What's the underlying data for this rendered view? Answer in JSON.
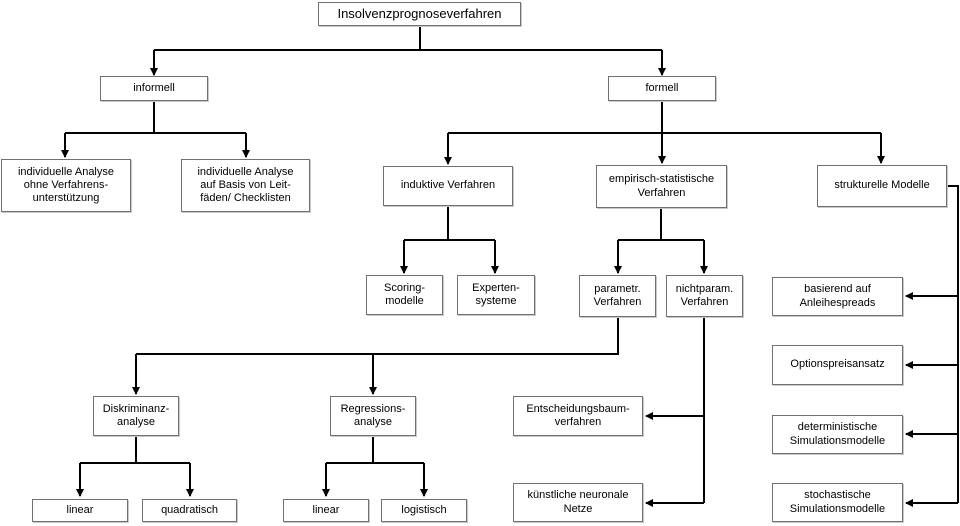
{
  "diagram_title": "Insolvenzprognoseverfahren",
  "colors": {
    "background": "#ffffff",
    "box_fill": "#ffffff",
    "box_border": "#707070",
    "connector_line": "#000000",
    "text": "#000000"
  },
  "nodes": {
    "root": "Insolvenzprognoseverfahren",
    "informell": "informell",
    "formell": "formell",
    "individuelle_ohne": "individuelle Analyse\nohne Verfahrens-\nunterstützung",
    "individuelle_leitfaeden": "individuelle Analyse\nauf Basis von Leit-\nfäden/ Checklisten",
    "induktive": "induktive Verfahren",
    "empirisch": "empirisch-statistische\nVerfahren",
    "strukturelle": "strukturelle Modelle",
    "scoring": "Scoring-\nmodelle",
    "experten": "Experten-\nsysteme",
    "parametrisch": "parametr.\nVerfahren",
    "nichtparametrisch": "nichtparam.\nVerfahren",
    "anleihespreads": "basierend auf\nAnleihespreads",
    "optionspreisansatz": "Optionspreisansatz",
    "deterministische": "deterministische\nSimulationsmodelle",
    "stochastische": "stochastische\nSimulationsmodelle",
    "diskriminanz": "Diskriminanz-\nanalyse",
    "regression": "Regressions-\nanalyse",
    "entscheidungsbaum": "Entscheidungsbaum-\nverfahren",
    "neuronale": "künstliche neuronale\nNetze",
    "linear_diskriminanz": "linear",
    "quadratisch": "quadratisch",
    "linear_regression": "linear",
    "logistisch": "logistisch"
  }
}
